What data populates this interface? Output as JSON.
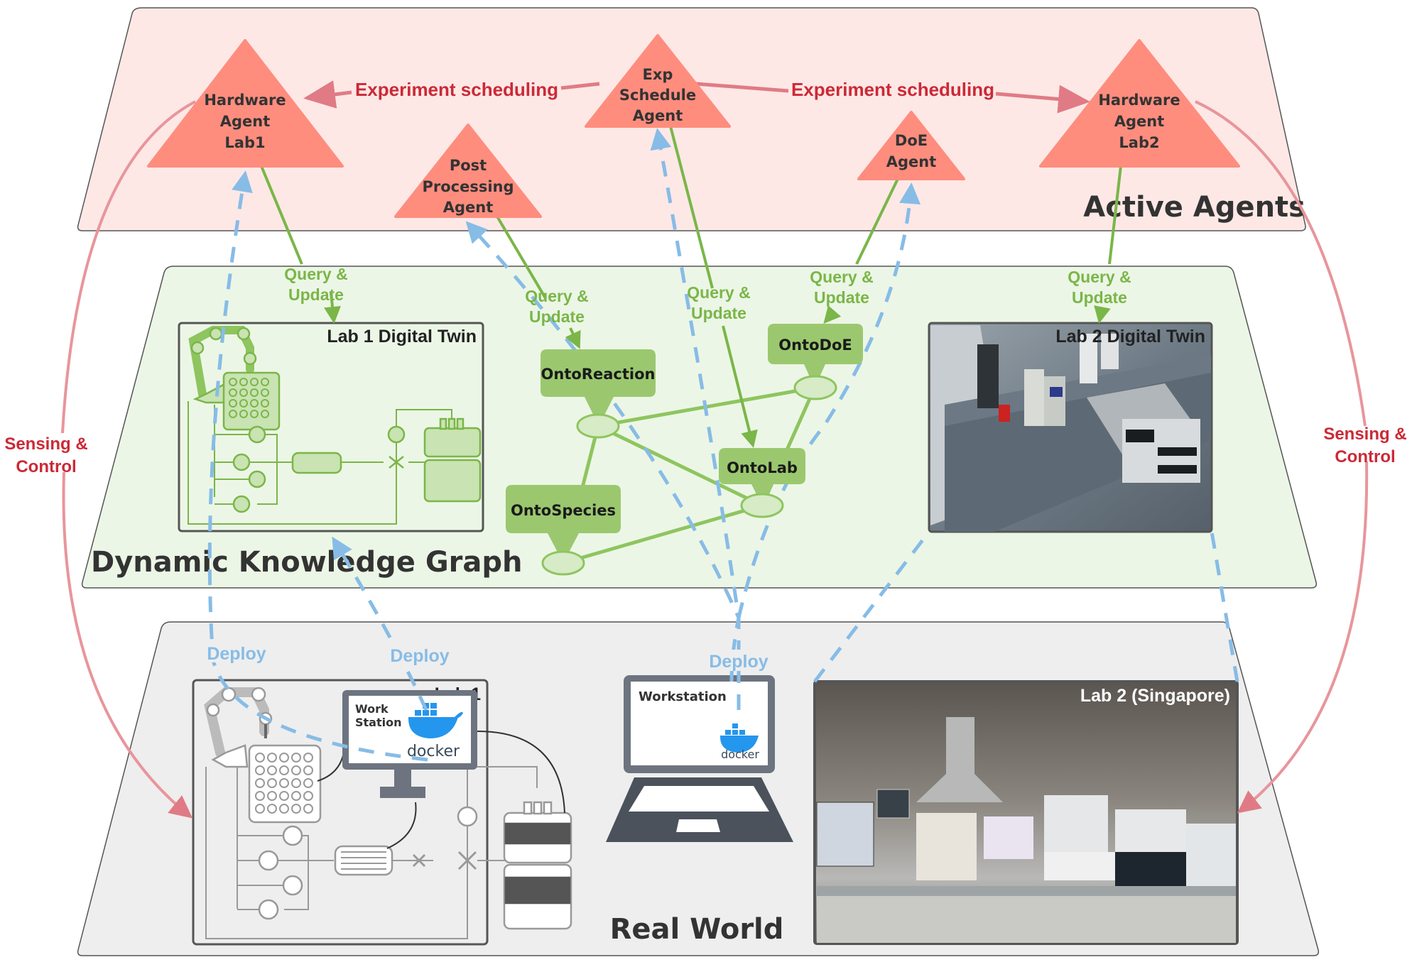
{
  "layers": {
    "active_agents": {
      "title": "Active Agents",
      "fill": "#fde8e6"
    },
    "knowledge_graph": {
      "title": "Dynamic Knowledge Graph",
      "fill": "#ecf6e6"
    },
    "real_world": {
      "title": "Real World",
      "fill": "#eeeeee"
    }
  },
  "agents": [
    {
      "id": "hardware-agent-lab1",
      "lines": [
        "Hardware",
        "Agent",
        "Lab1"
      ]
    },
    {
      "id": "exp-schedule-agent",
      "lines": [
        "Exp",
        "Schedule",
        "Agent"
      ]
    },
    {
      "id": "post-processing-agent",
      "lines": [
        "Post",
        "Processing",
        "Agent"
      ]
    },
    {
      "id": "doe-agent",
      "lines": [
        "DoE",
        "Agent"
      ]
    },
    {
      "id": "hardware-agent-lab2",
      "lines": [
        "Hardware",
        "Agent",
        "Lab2"
      ]
    }
  ],
  "edges": {
    "experiment_scheduling": "Experiment scheduling",
    "query_update": [
      "Query &",
      "Update"
    ],
    "deploy": "Deploy",
    "sensing_control": [
      "Sensing &",
      "Control"
    ]
  },
  "ontologies": [
    "OntoReaction",
    "OntoDoE",
    "OntoLab",
    "OntoSpecies"
  ],
  "digital_twins": {
    "lab1": "Lab 1 Digital Twin",
    "lab2": "Lab 2 Digital Twin"
  },
  "real_world": {
    "lab1": "Lab 1",
    "lab1_workstation": [
      "Work",
      "Station"
    ],
    "workstation": "Workstation",
    "docker": "docker",
    "lab2": "Lab 2 (Singapore)"
  },
  "colors": {
    "agent": "#fe8d7e",
    "scheduling": "#cc2936",
    "sensing_line": "#e8959c",
    "query_green": "#7ab648",
    "onto_box": "#9bc86f",
    "onto_node": "#d6ebc6",
    "deploy_blue": "#87bce6",
    "device_gray": "#6d7480",
    "laptop_dark": "#4b525c"
  }
}
